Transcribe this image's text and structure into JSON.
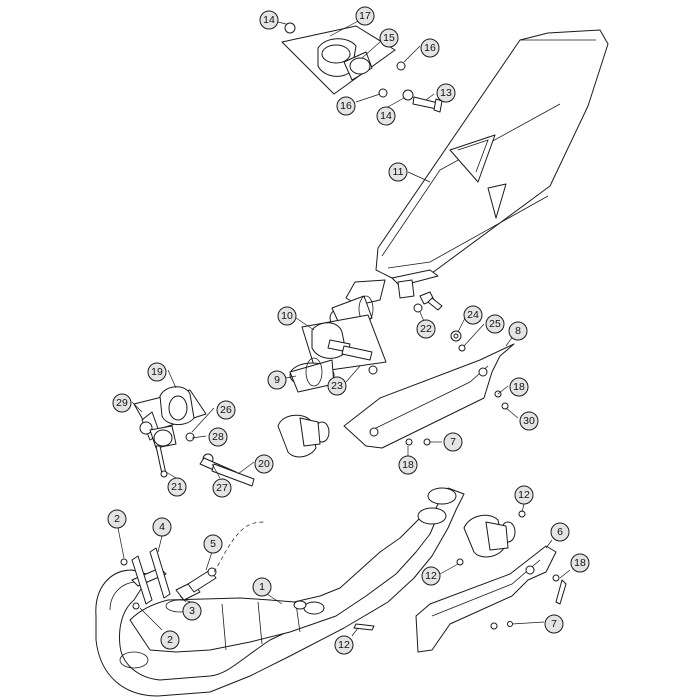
{
  "callouts": [
    {
      "label": "14"
    },
    {
      "label": "17"
    },
    {
      "label": "15"
    },
    {
      "label": "16"
    },
    {
      "label": "16"
    },
    {
      "label": "14"
    },
    {
      "label": "13"
    },
    {
      "label": "11"
    },
    {
      "label": "10"
    },
    {
      "label": "22"
    },
    {
      "label": "24"
    },
    {
      "label": "25"
    },
    {
      "label": "8"
    },
    {
      "label": "9"
    },
    {
      "label": "23"
    },
    {
      "label": "19"
    },
    {
      "label": "29"
    },
    {
      "label": "26"
    },
    {
      "label": "18"
    },
    {
      "label": "30"
    },
    {
      "label": "28"
    },
    {
      "label": "7"
    },
    {
      "label": "18"
    },
    {
      "label": "20"
    },
    {
      "label": "21"
    },
    {
      "label": "27"
    },
    {
      "label": "12"
    },
    {
      "label": "2"
    },
    {
      "label": "4"
    },
    {
      "label": "5"
    },
    {
      "label": "6"
    },
    {
      "label": "12"
    },
    {
      "label": "18"
    },
    {
      "label": "1"
    },
    {
      "label": "3"
    },
    {
      "label": "2"
    },
    {
      "label": "12"
    },
    {
      "label": "7"
    }
  ]
}
